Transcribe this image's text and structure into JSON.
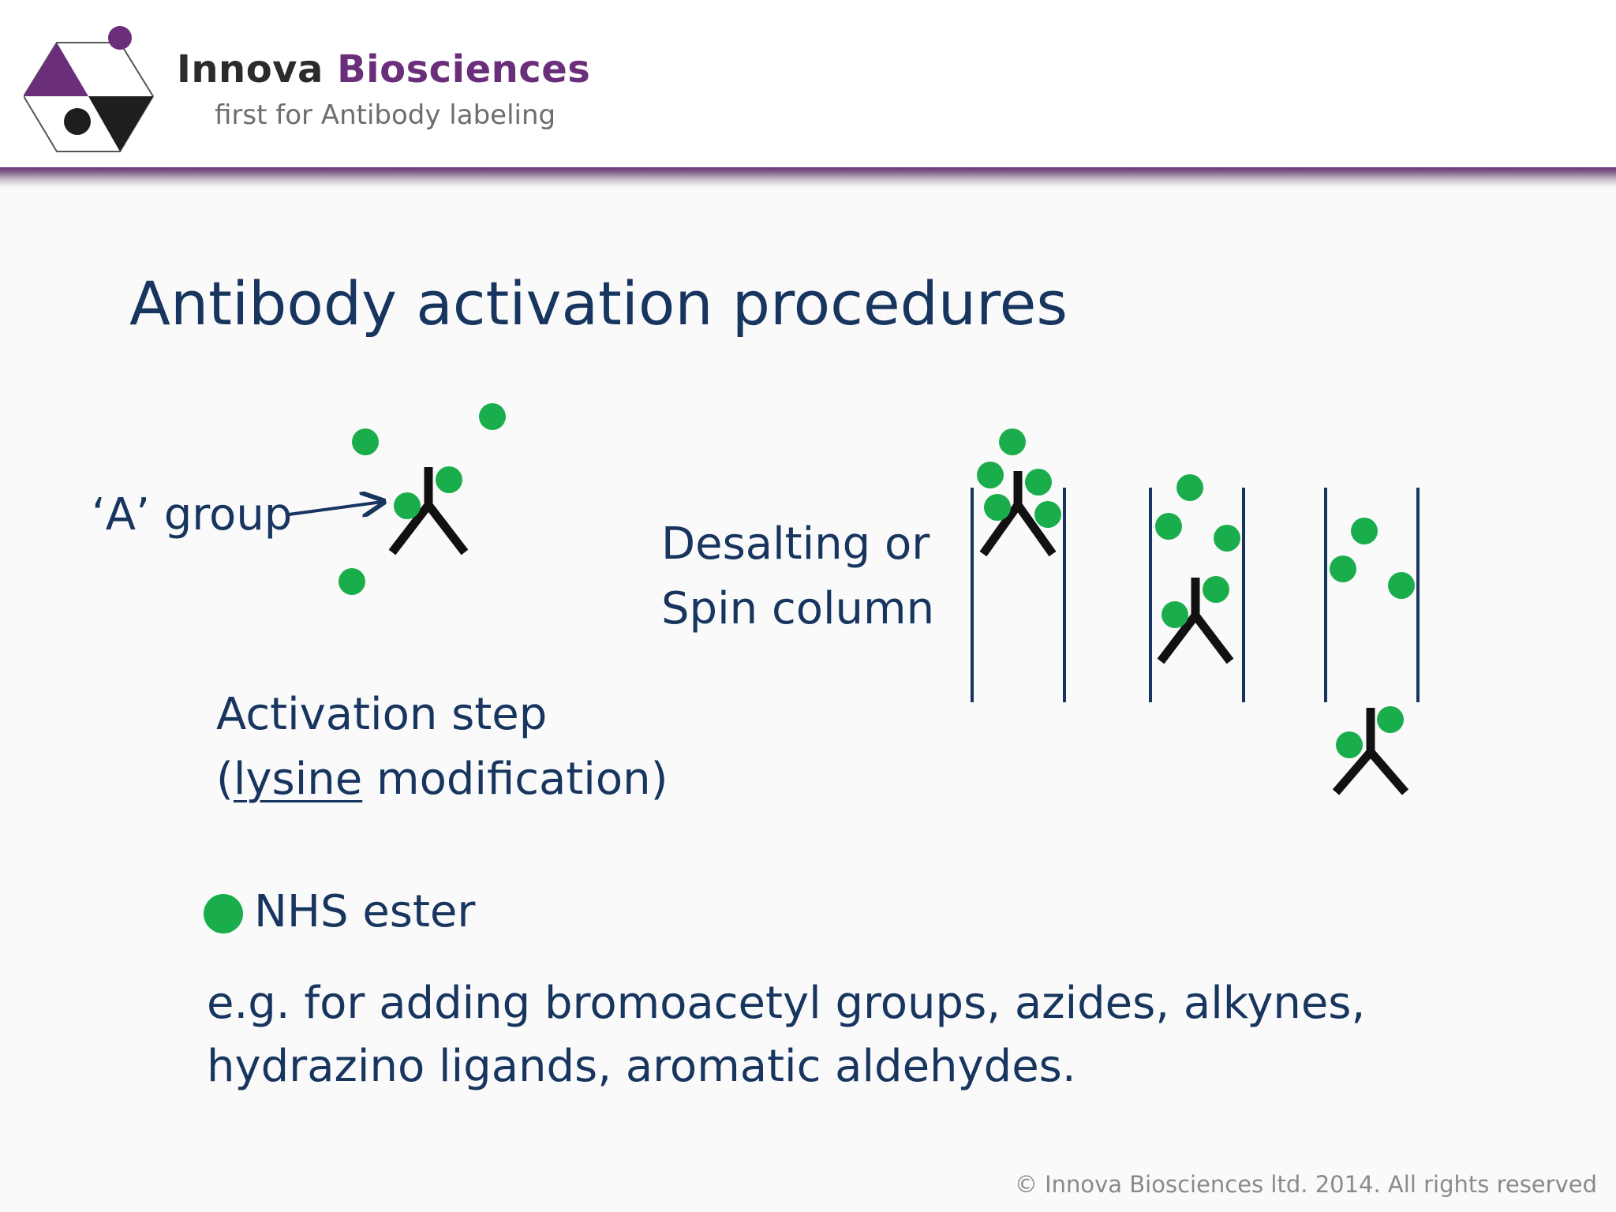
{
  "brand": {
    "name_part1": "Innova",
    "name_part2": "Biosciences",
    "tagline": "first for Antibody labeling"
  },
  "slide": {
    "title": "Antibody activation procedures"
  },
  "diagram": {
    "a_group_label": "‘A’ group",
    "desalting_line1": "Desalting or",
    "desalting_line2": "Spin column",
    "activation_line1": "Activation step",
    "activation_open_paren": "(",
    "activation_underlined": "lysine",
    "activation_rest": " modification)"
  },
  "legend": {
    "label": "NHS ester"
  },
  "examples": {
    "line1": "e.g. for adding bromoacetyl groups, azides, alkynes,",
    "line2": "hydrazino ligands, aromatic aldehydes."
  },
  "footer": {
    "copyright": "© Innova Biosciences ltd. 2014. All rights reserved"
  },
  "colors": {
    "title": "#17355f",
    "brand_purple": "#6b2e7a",
    "nhs_green": "#1aad4b",
    "column_line": "#17355f"
  },
  "icons": [
    "logo-hexagon-icon",
    "antibody-icon",
    "arrow-icon",
    "nhs-ester-dot-icon",
    "column-icon"
  ]
}
